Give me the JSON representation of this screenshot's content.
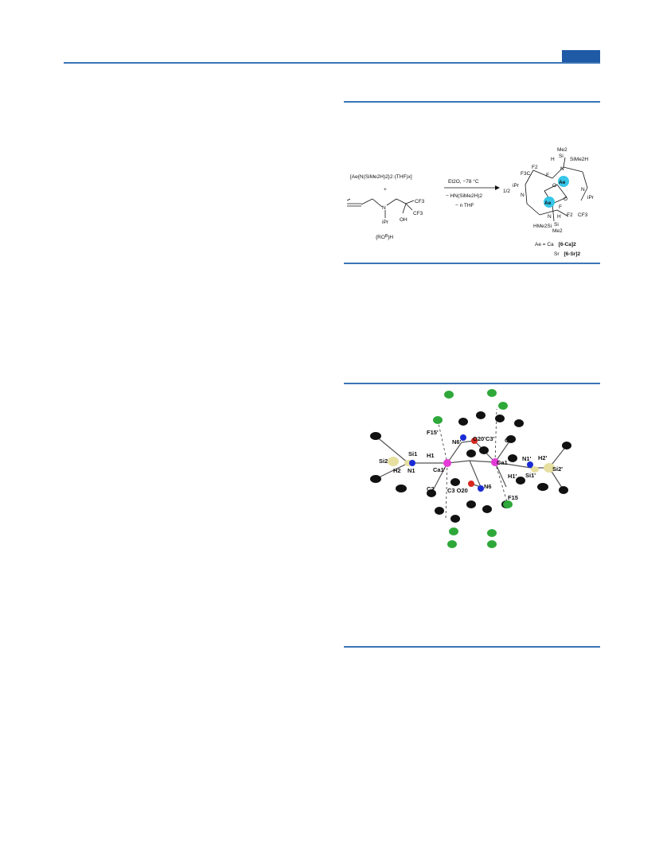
{
  "scheme": {
    "reagent_line": "[Ae{N(SiMe2H)2}2·(THF)x]",
    "plus": "+",
    "ligand_label": "{RO",
    "ligand_sup": "B",
    "ligand_tail": "}H",
    "ipr": "iPr",
    "oh": "OH",
    "cf3": "CF3",
    "cond1": "Et2O, −78 °C",
    "cond2": "− HN(SiMe2H)2",
    "cond3": "− n THF",
    "half": "1/2",
    "ae": "Ae",
    "o": "O",
    "n": "N",
    "me2": "Me2",
    "si": "Si",
    "h": "H",
    "sime2h": "SiMe2H",
    "hme2si": "HMe2Si",
    "f2": "F2",
    "f3c": "F3C",
    "f": "F",
    "legend_line1": "Ae = Ca",
    "legend_ca": "[6-Ca]2",
    "legend_line2": "Sr",
    "legend_sr": "[6-Sr]2"
  },
  "figure": {
    "labels": {
      "F15p": "F15'",
      "N6p": "N6'",
      "O20C3p": "O20'C3'",
      "C2p": "C2'",
      "Si2": "Si2",
      "Si1": "Si1",
      "H1": "H1",
      "H2": "H2",
      "N1": "N1",
      "Ca1p": "Ca1'",
      "Ca1": "Ca1",
      "N1p": "N1'",
      "H2p": "H2'",
      "Si2p": "Si2'",
      "H1p": "H1'",
      "Si1p": "Si1'",
      "C2": "C2",
      "C3O20": "C3 O20",
      "N6": "N6",
      "F15": "F15"
    }
  }
}
